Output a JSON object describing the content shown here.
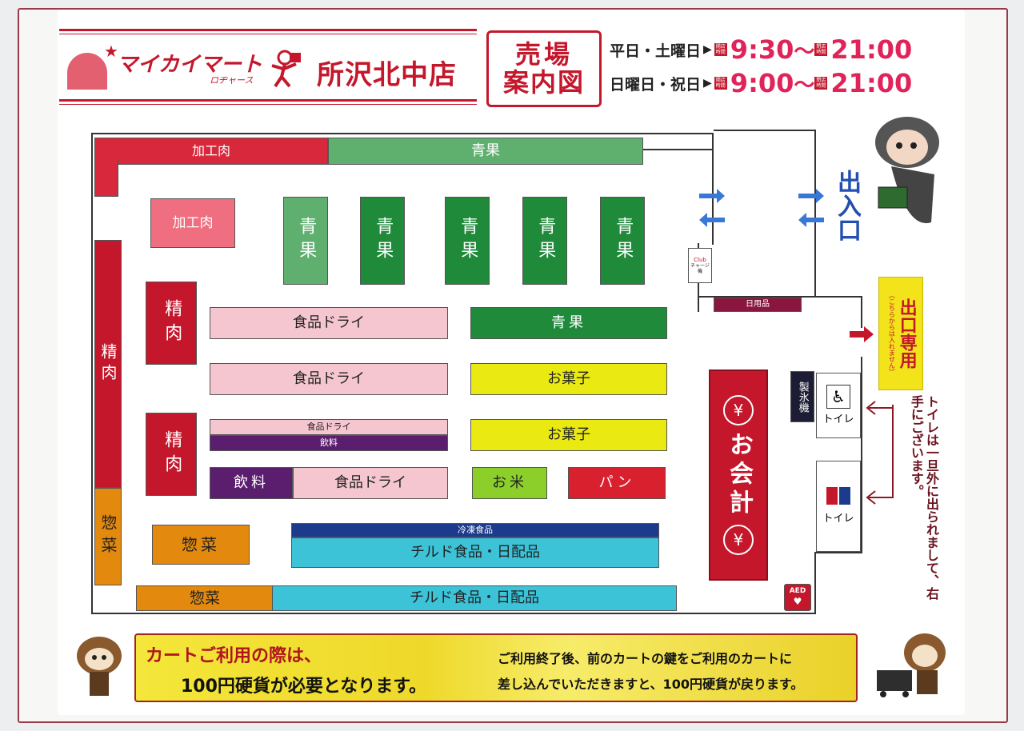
{
  "header": {
    "logo_text": "マイカイマート",
    "logo_sub": "ロヂャース",
    "store_name": "所沢北中店",
    "guide_title_line1": "売場",
    "guide_title_line2": "案内図",
    "hours": [
      {
        "days": "平日・土曜日",
        "open_tag": "開店時間",
        "open": "9:30",
        "sep": "〜",
        "close_tag": "閉店時間",
        "close": "21:00"
      },
      {
        "days": "日曜日・祝日",
        "open_tag": "開店時間",
        "open": "9:00",
        "sep": "〜",
        "close_tag": "閉店時間",
        "close": "21:00"
      }
    ]
  },
  "map": {
    "meat_processed_top": "加工肉",
    "produce_top": "青果",
    "meat_processed_island": "加工肉",
    "produce_islands": [
      "青果",
      "青果",
      "青果",
      "青果",
      "青果"
    ],
    "fresh_meat_left": "精肉",
    "fresh_meat_island_1": "精肉",
    "fresh_meat_island_2": "精肉",
    "deli_left": "惣菜",
    "deli_island": "惣菜",
    "deli_bottom": "惣菜",
    "dry_food_1": "食品ドライ",
    "dry_food_2": "食品ドライ",
    "dry_food_small": "食品ドライ",
    "drinks_small": "飲料",
    "drinks": "飲料",
    "dry_food_3": "食品ドライ",
    "produce_wide": "青果",
    "snacks_1": "お菓子",
    "snacks_2": "お菓子",
    "rice": "お米",
    "bread": "パン",
    "frozen": "冷凍食品",
    "chilled_1": "チルド食品・日配品",
    "chilled_2": "チルド食品・日配品",
    "checkout": "お会計",
    "yen": "¥",
    "daily_goods": "日用品",
    "club_charge": "チャージ機",
    "club_label": "Club",
    "ice_machine": "製氷機",
    "toilet_1": "トイレ",
    "toilet_2": "トイレ",
    "aed": "AED",
    "entrance": "出入口",
    "exit_only": "出口専用",
    "exit_note": "（こちらからは入れません）",
    "toilet_note": "トイレは一旦外に出られまして、右手にございます。"
  },
  "footer": {
    "cart_line1": "カートご利用の際は、",
    "cart_line2": "100円硬貨が必要となります。",
    "return_line1": "ご利用終了後、前のカートの鍵をご利用のカートに",
    "return_line2": "差し込んでいただきますと、100円硬貨が戻ります。"
  },
  "colors": {
    "brand_red": "#c4172c",
    "produce_green": "#1e8a3a",
    "snack_yellow": "#eaea12",
    "chilled_cyan": "#3cc3d8",
    "deli_orange": "#e3890e",
    "drink_purple": "#5b1e6e",
    "arrow_blue": "#3a78d8"
  }
}
